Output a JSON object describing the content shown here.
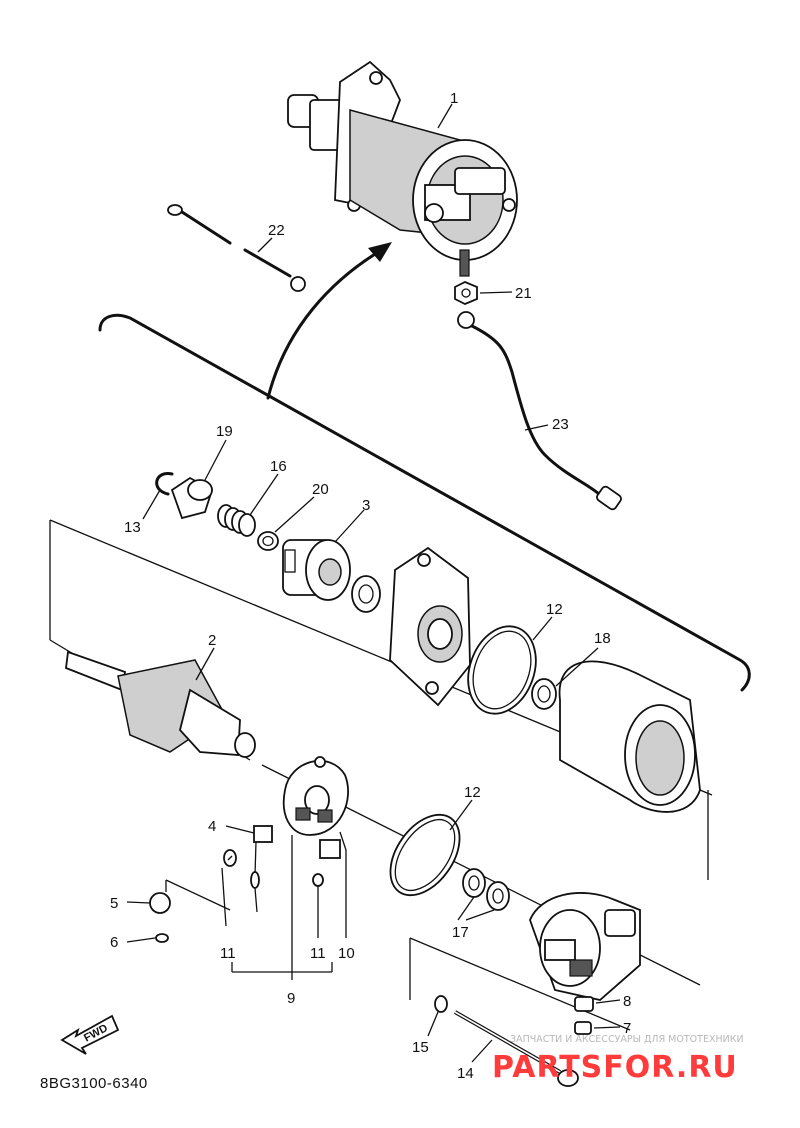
{
  "callouts": [
    {
      "id": "1",
      "text": "1"
    },
    {
      "id": "2",
      "text": "2"
    },
    {
      "id": "3",
      "text": "3"
    },
    {
      "id": "4",
      "text": "4"
    },
    {
      "id": "5",
      "text": "5"
    },
    {
      "id": "6",
      "text": "6"
    },
    {
      "id": "7",
      "text": "7"
    },
    {
      "id": "8",
      "text": "8"
    },
    {
      "id": "9",
      "text": "9"
    },
    {
      "id": "10",
      "text": "10"
    },
    {
      "id": "11a",
      "text": "11"
    },
    {
      "id": "11b",
      "text": "11"
    },
    {
      "id": "12a",
      "text": "12"
    },
    {
      "id": "12b",
      "text": "12"
    },
    {
      "id": "13",
      "text": "13"
    },
    {
      "id": "14",
      "text": "14"
    },
    {
      "id": "15",
      "text": "15"
    },
    {
      "id": "16",
      "text": "16"
    },
    {
      "id": "17",
      "text": "17"
    },
    {
      "id": "18",
      "text": "18"
    },
    {
      "id": "19",
      "text": "19"
    },
    {
      "id": "20",
      "text": "20"
    },
    {
      "id": "21",
      "text": "21"
    },
    {
      "id": "22",
      "text": "22"
    },
    {
      "id": "23",
      "text": "23"
    }
  ],
  "fwd_label": "FWD",
  "diagram_code": "8BG3100-6340",
  "watermark": {
    "tagline": "ЗАПЧАСТИ И АКСЕССУАРЫ ДЛЯ МОТОТЕХНИКИ",
    "site": "PARTSFOR.RU"
  },
  "colors": {
    "line": "#111111",
    "watermark_red": "#ff3b3b",
    "watermark_grey": "#b8b8b8"
  }
}
